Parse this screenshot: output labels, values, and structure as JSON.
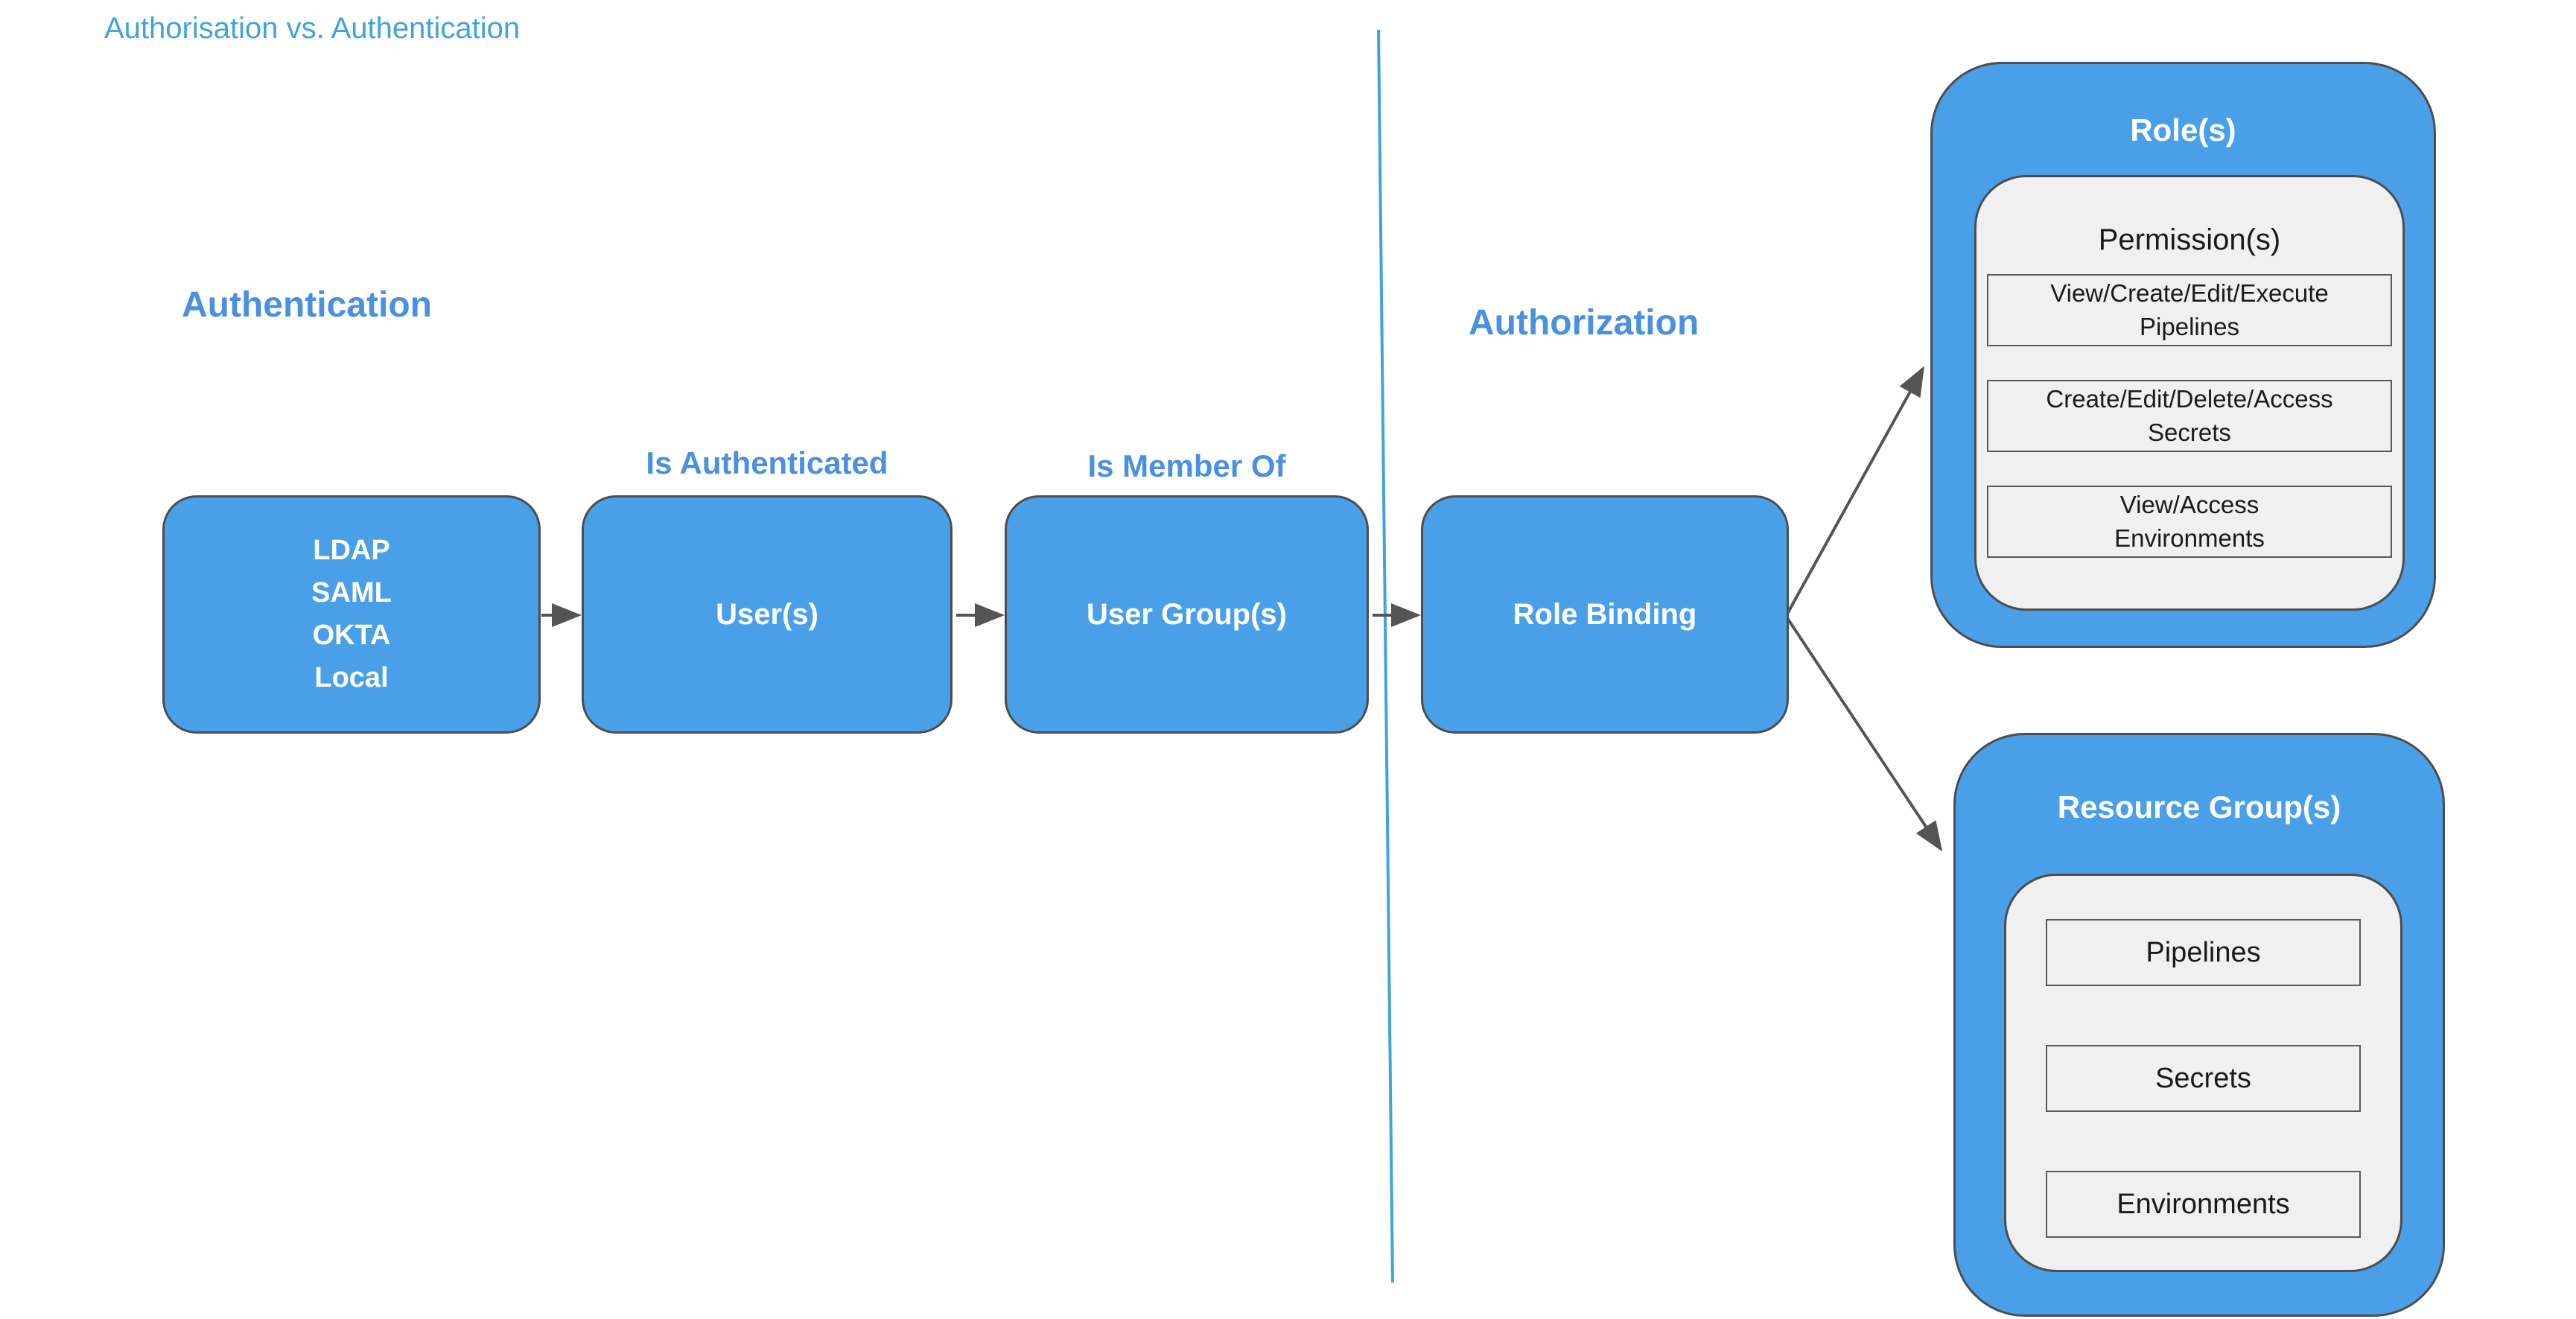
{
  "page": {
    "title": "Authorisation vs. Authentication"
  },
  "sections": {
    "authentication": {
      "label": "Authentication"
    },
    "authorization": {
      "label": "Authorization"
    }
  },
  "flow": {
    "identity_providers": {
      "lines": [
        "LDAP",
        "SAML",
        "OKTA",
        "Local"
      ]
    },
    "users": {
      "label": "User(s)",
      "relation_label": "Is Authenticated"
    },
    "user_groups": {
      "label": "User Group(s)",
      "relation_label": "Is Member Of"
    },
    "role_binding": {
      "label": "Role Binding"
    }
  },
  "roles": {
    "title": "Role(s)",
    "permissions": {
      "title": "Permission(s)",
      "items": [
        "View/Create/Edit/Execute\nPipelines",
        "Create/Edit/Delete/Access\nSecrets",
        "View/Access\nEnvironments"
      ]
    }
  },
  "resource_groups": {
    "title": "Resource Group(s)",
    "items": [
      "Pipelines",
      "Secrets",
      "Environments"
    ]
  },
  "colors": {
    "node_fill": "#4AA0E8",
    "node_border": "#4D4D4D",
    "panel_fill": "#F0F0F0",
    "panel_border": "#4D4D4D",
    "item_border": "#595959",
    "heading_blue": "#4A90E2",
    "title_blue": "#41A3DC",
    "divider_blue": "#41A3DC",
    "arrow_gray": "#545454",
    "node_text": "#FFFFFF",
    "item_text": "#1A1A1A"
  }
}
